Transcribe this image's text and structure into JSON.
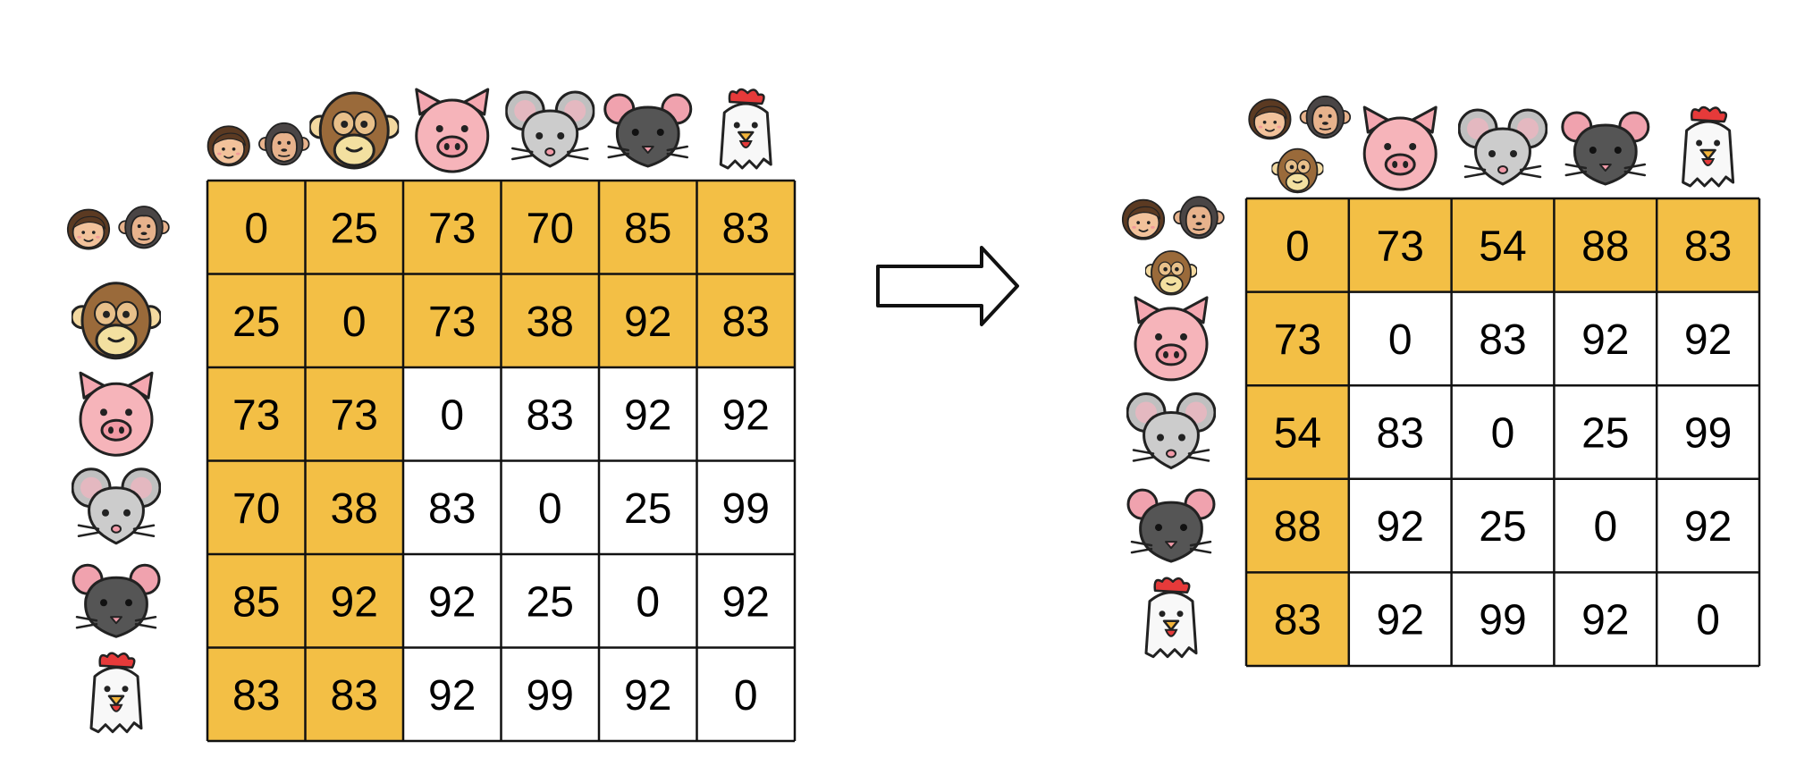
{
  "colors": {
    "highlight": "#F3BF45",
    "plain": "#FFFFFF",
    "grid": "#111111"
  },
  "left_matrix": {
    "column_icons": [
      [
        "human-icon",
        "chimp-icon"
      ],
      [
        "monkey-icon"
      ],
      [
        "pig-icon"
      ],
      [
        "mouse-icon"
      ],
      [
        "rat-icon"
      ],
      [
        "chicken-icon"
      ]
    ],
    "row_icons": [
      [
        "human-icon",
        "chimp-icon"
      ],
      [
        "monkey-icon"
      ],
      [
        "pig-icon"
      ],
      [
        "mouse-icon"
      ],
      [
        "rat-icon"
      ],
      [
        "chicken-icon"
      ]
    ],
    "values": [
      [
        "0",
        "25",
        "73",
        "70",
        "85",
        "83"
      ],
      [
        "25",
        "0",
        "73",
        "38",
        "92",
        "83"
      ],
      [
        "73",
        "73",
        "0",
        "83",
        "92",
        "92"
      ],
      [
        "70",
        "38",
        "83",
        "0",
        "25",
        "99"
      ],
      [
        "85",
        "92",
        "92",
        "25",
        "0",
        "92"
      ],
      [
        "83",
        "83",
        "92",
        "99",
        "92",
        "0"
      ]
    ],
    "highlighted_rows": [
      0,
      1
    ],
    "highlighted_cols": [
      0,
      1
    ]
  },
  "arrow": {
    "icon": "right-arrow-icon"
  },
  "right_matrix": {
    "column_icons": [
      [
        "human-icon",
        "chimp-icon",
        "monkey-icon"
      ],
      [
        "pig-icon"
      ],
      [
        "mouse-icon"
      ],
      [
        "rat-icon"
      ],
      [
        "chicken-icon"
      ]
    ],
    "row_icons": [
      [
        "human-icon",
        "chimp-icon",
        "monkey-icon"
      ],
      [
        "pig-icon"
      ],
      [
        "mouse-icon"
      ],
      [
        "rat-icon"
      ],
      [
        "chicken-icon"
      ]
    ],
    "values": [
      [
        "0",
        "73",
        "54",
        "88",
        "83"
      ],
      [
        "73",
        "0",
        "83",
        "92",
        "92"
      ],
      [
        "54",
        "83",
        "0",
        "25",
        "99"
      ],
      [
        "88",
        "92",
        "25",
        "0",
        "92"
      ],
      [
        "83",
        "92",
        "99",
        "92",
        "0"
      ]
    ],
    "highlighted_rows": [
      0
    ],
    "highlighted_cols": [
      0
    ]
  }
}
